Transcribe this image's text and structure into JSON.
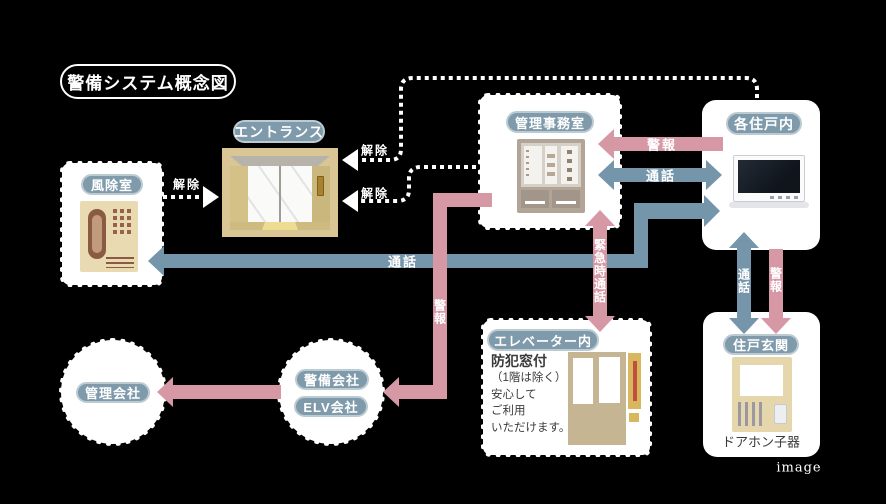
{
  "title": "警備システム概念図",
  "watermark": "image",
  "nodes": {
    "windbreak_room": {
      "label": "風除室"
    },
    "entrance": {
      "label": "エントランス"
    },
    "management_office": {
      "label": "管理事務室"
    },
    "each_dwelling": {
      "label": "各住戸内"
    },
    "elevator": {
      "label": "エレベーター内",
      "note_title": "防犯窓付",
      "note_lines": [
        "（1階は除く）",
        "安心して",
        "ご利用",
        "いただけます。"
      ]
    },
    "dwelling_entrance": {
      "label": "住戸玄関",
      "caption": "ドアホン子器"
    },
    "management_company": {
      "label": "管理会社"
    },
    "security_company": {
      "label": "警備会社"
    },
    "elv_company": {
      "label": "ELV会社"
    }
  },
  "edges": {
    "release_from_windbreak": "解除",
    "release_to_entrance_upper": "解除",
    "release_to_entrance_lower": "解除",
    "alarm_dwelling_to_office": "警報",
    "call_office_dwelling": "通話",
    "call_main_line": "通話",
    "alarm_to_security": "警報",
    "emergency_call": "緊急時通話",
    "call_dwelling_entrance": "通話",
    "alarm_dwelling_entrance": "警報"
  },
  "colors": {
    "background": "#000000",
    "box": "#ffffff",
    "pill_bg": "#7e9aab",
    "arrow_pink": "#d698a4",
    "arrow_blue": "#7495aa",
    "tan": "#d9c694",
    "text_dark": "#3a3a3a",
    "dotted_line": "#ffffff"
  }
}
